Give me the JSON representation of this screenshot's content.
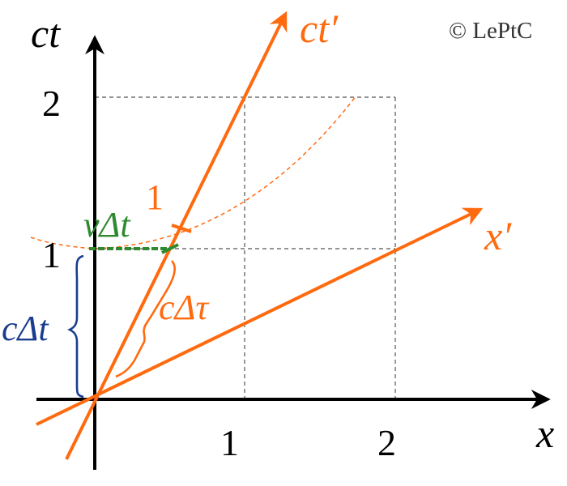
{
  "copyright": "© LePtC",
  "axes": {
    "t_axis_label": "ct",
    "x_axis_label": "x",
    "t_prime_label": "ct′",
    "x_prime_label": "x′"
  },
  "ticks": {
    "ct_ticks": [
      "1",
      "2"
    ],
    "x_ticks": [
      "1",
      "2"
    ]
  },
  "annotations": {
    "hyperbola_point_label": "1",
    "v_dt_label": "vΔt",
    "c_dt_label": "cΔt",
    "c_dtau_label": "cΔτ"
  },
  "colors": {
    "axis": "#000000",
    "primed": "#ff6a0f",
    "green": "#2f8a2f",
    "blue": "#1a3d8f",
    "grid": "#555555",
    "copyright": "#333333"
  }
}
